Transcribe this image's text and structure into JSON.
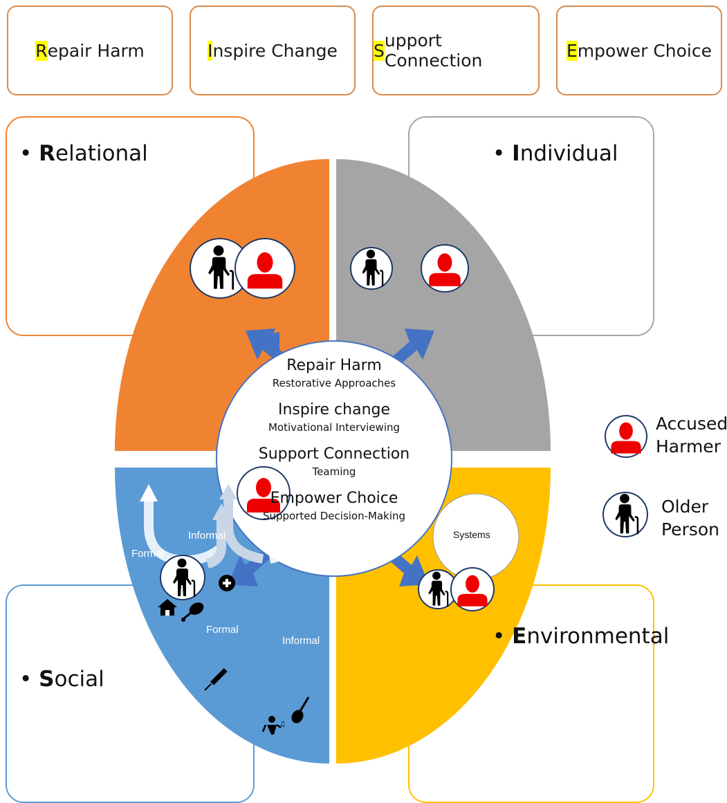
{
  "top_boxes": [
    {
      "first": "R",
      "rest": "epair Harm"
    },
    {
      "first": "I",
      "rest": "nspire Change"
    },
    {
      "first": "S",
      "rest": "upport Connection"
    },
    {
      "first": "E",
      "rest": "mpower Choice"
    }
  ],
  "quadrants": {
    "relational": {
      "bullet": "•",
      "first": "R",
      "rest": "elational",
      "color": "#f08332"
    },
    "individual": {
      "bullet": "•",
      "first": "I",
      "rest": "ndividual",
      "color": "#a5a5a5"
    },
    "social": {
      "bullet": "•",
      "first": "S",
      "rest": "ocial",
      "color": "#5b9bd5"
    },
    "environmental": {
      "bullet": "•",
      "first": "E",
      "rest": "nvironmental",
      "color": "#ffc000"
    }
  },
  "center": {
    "items": [
      {
        "title": "Repair Harm",
        "subtitle": "Restorative Approaches"
      },
      {
        "title": "Inspire change",
        "subtitle": "Motivational Interviewing"
      },
      {
        "title": "Support Connection",
        "subtitle": "Teaming"
      },
      {
        "title": "Empower Choice",
        "subtitle": "Supported Decision-Making"
      }
    ]
  },
  "social_labels": {
    "formal_top": "Formal",
    "informal_top": "Informal",
    "formal_bottom": "Formal",
    "informal_bottom": "Informal"
  },
  "systems_label": "Systems",
  "legend": {
    "accused_line1": "Accused",
    "accused_line2": "Harmer",
    "older_line1": "Older",
    "older_line2": "Person"
  },
  "icons": [
    "older-person-icon",
    "accused-harmer-icon",
    "home-icon",
    "health-plus-icon",
    "food-icon",
    "syringe-icon",
    "dance-music-icon",
    "guitar-icon"
  ]
}
